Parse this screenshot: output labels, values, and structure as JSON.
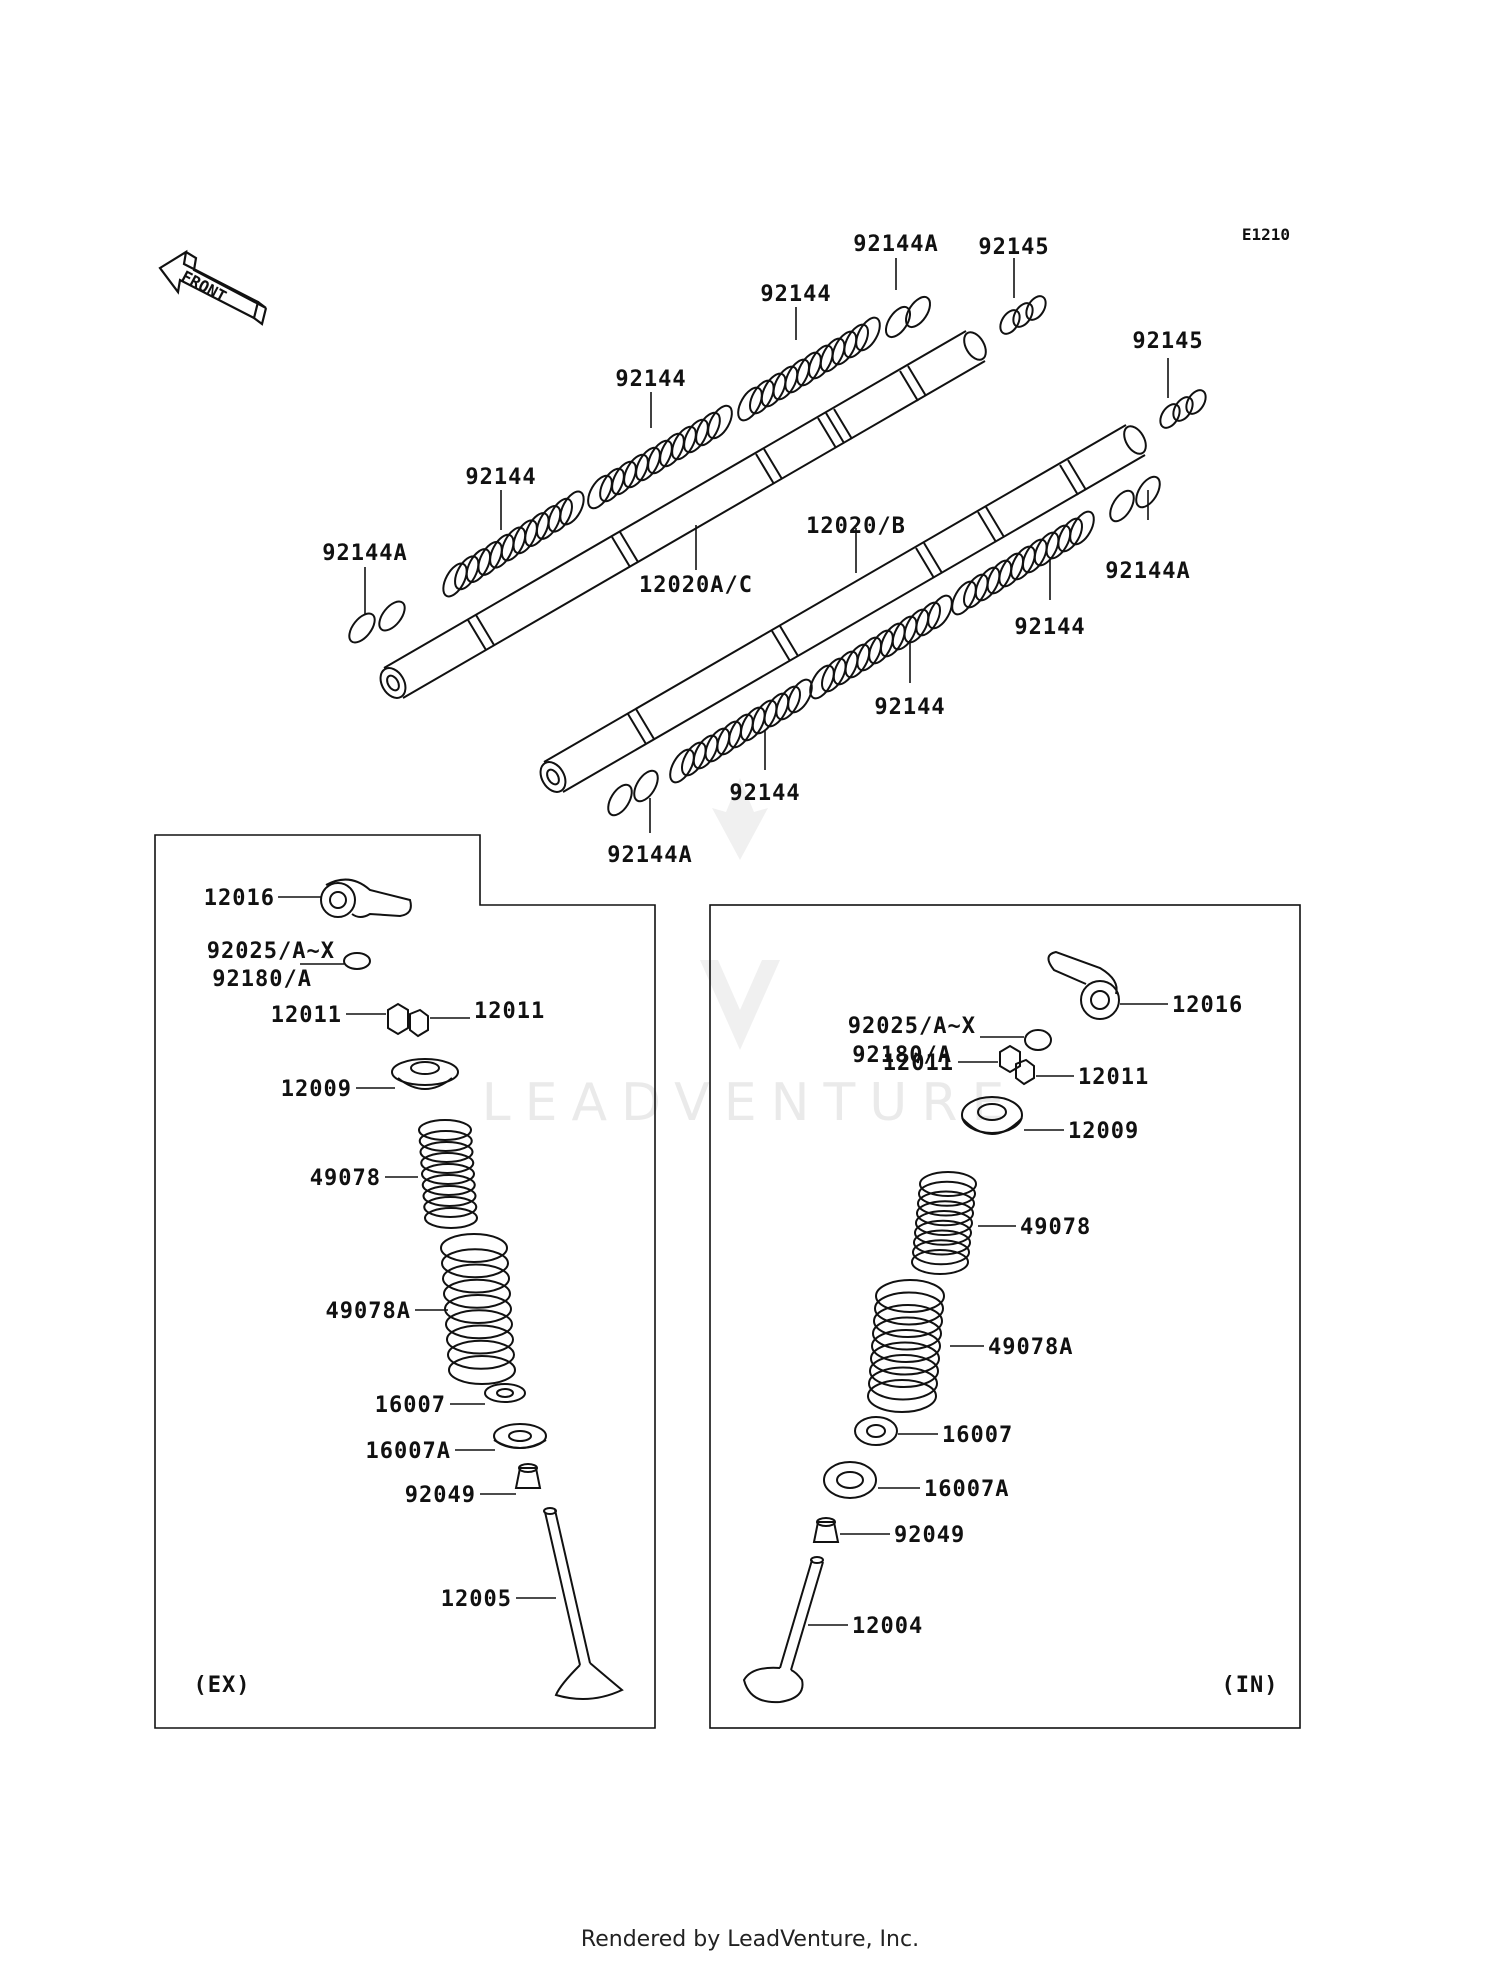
{
  "diagram": {
    "code": "E1210",
    "front_arrow": "FRONT",
    "watermark": "LEADVENTURE",
    "footer": "Rendered by LeadVenture, Inc.",
    "upper_labels": [
      "92144A",
      "92145",
      "92144",
      "92144",
      "92144",
      "92144A",
      "12020A/C",
      "12020/B",
      "92145",
      "92144A",
      "92144",
      "92144",
      "92144",
      "92144A"
    ],
    "ex_panel": {
      "tag": "(EX)",
      "labels": [
        "12016",
        "92025/A~X",
        "92180/A",
        "12011",
        "12011",
        "12009",
        "49078",
        "49078A",
        "16007",
        "16007A",
        "92049",
        "12005"
      ]
    },
    "in_panel": {
      "tag": "(IN)",
      "labels": [
        "92025/A~X",
        "92180/A",
        "12016",
        "12011",
        "12011",
        "12009",
        "49078",
        "49078A",
        "16007",
        "16007A",
        "92049",
        "12004"
      ]
    }
  }
}
